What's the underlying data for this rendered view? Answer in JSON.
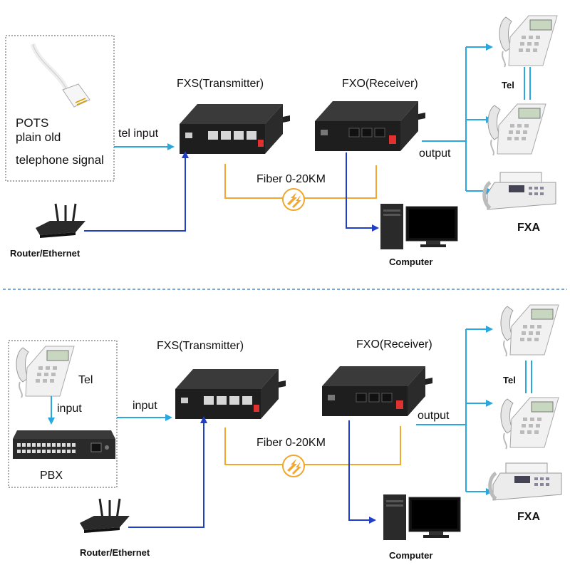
{
  "top": {
    "source_box": {
      "line1": "POTS",
      "line2": "plain old",
      "line3": "telephone signal"
    },
    "tel_input": "tel input",
    "fxs_title": "FXS(Transmitter)",
    "fxo_title": "FXO(Receiver)",
    "fiber_label": "Fiber 0-20KM",
    "output_label": "output",
    "router_label": "Router/Ethernet",
    "computer_label": "Computer",
    "tel_label": "Tel",
    "fxa_label": "FXA"
  },
  "bottom": {
    "box_tel": "Tel",
    "box_input": "input",
    "box_pbx": "PBX",
    "input_label": "input",
    "fxs_title": "FXS(Transmitter)",
    "fxo_title": "FXO(Receiver)",
    "fiber_label": "Fiber 0-20KM",
    "output_label": "output",
    "router_label": "Router/Ethernet",
    "computer_label": "Computer",
    "tel_label": "Tel",
    "fxa_label": "FXA"
  },
  "colors": {
    "signal_line": "#29a8e0",
    "ethernet_line": "#1f3fc8",
    "fiber_line": "#f0a830",
    "divider": "#2a6fc0",
    "device_body": "#1e1e1e"
  }
}
